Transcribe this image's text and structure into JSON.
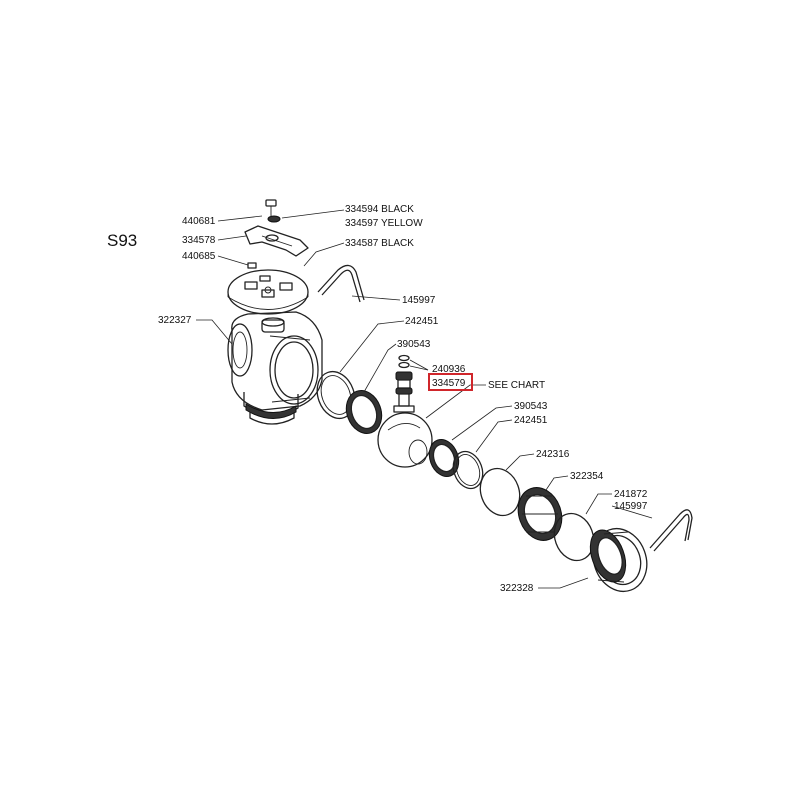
{
  "diagram": {
    "title": "S93",
    "highlight_color": "#d0262b",
    "labels": {
      "p440681": "440681",
      "p334594": "334594 BLACK",
      "p334597": "334597 YELLOW",
      "p334578": "334578",
      "p334587": "334587 BLACK",
      "p440685": "440685",
      "p145997a": "145997",
      "p322327": "322327",
      "p242451a": "242451",
      "p390543a": "390543",
      "p240936": "240936",
      "p334579": "334579",
      "pseechart": "SEE CHART",
      "p390543b": "390543",
      "p242451b": "242451",
      "p242316": "242316",
      "p322354": "322354",
      "p241872": "241872",
      "p145997b": "145997",
      "p322328": "322328"
    }
  }
}
